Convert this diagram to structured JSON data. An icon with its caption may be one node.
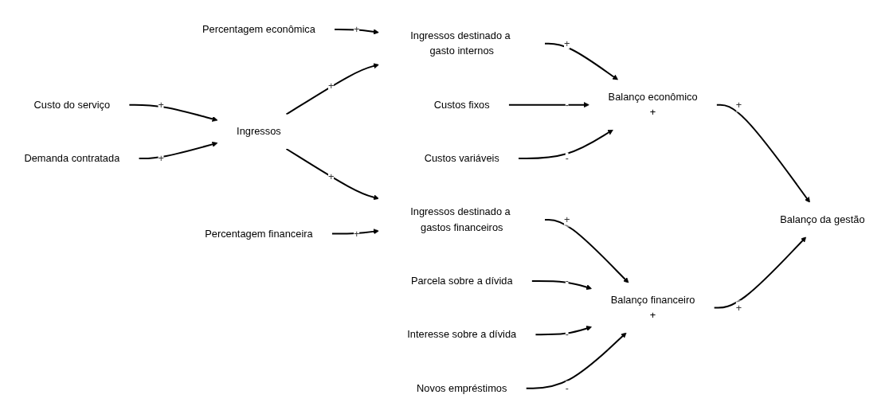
{
  "diagram": {
    "nodes": [
      {
        "text": [
          "Percentagem econômica"
        ]
      },
      {
        "text": [
          "Balanço econômico",
          "+"
        ]
      },
      {
        "text": [
          "Custos fixos"
        ]
      },
      {
        "text": [
          "Custo do serviço"
        ]
      },
      {
        "text": [
          "Ingressos destinado a gasto internos"
        ]
      },
      {
        "text": [
          "Custos variáveis"
        ]
      },
      {
        "text": [
          "Balanço da gestão"
        ]
      },
      {
        "text": [
          "Ingressos"
        ]
      },
      {
        "text": [
          "Parcela sobre a dívida"
        ]
      },
      {
        "text": [
          "Demanda contratada"
        ]
      },
      {
        "text": [
          "Ingressos destinado a gastos financeiros"
        ]
      },
      {
        "text": [
          "Interesse sobre a dívida"
        ]
      },
      {
        "text": [
          "Percentagem financeira"
        ]
      },
      {
        "text": [
          "Balanço financeiro",
          "+"
        ]
      },
      {
        "text": [
          "Novos empréstimos"
        ]
      }
    ],
    "edges": [
      {
        "from": 0,
        "to": 4,
        "arrow": "to",
        "label": "+"
      },
      {
        "from": 4,
        "to": 1,
        "arrow": "to",
        "label": "+"
      },
      {
        "from": 2,
        "to": 1,
        "arrow": "to",
        "label": "-"
      },
      {
        "from": 5,
        "to": 1,
        "arrow": "to",
        "label": "-"
      },
      {
        "from": 1,
        "to": 6,
        "arrow": "to",
        "label": "+"
      },
      {
        "from": 3,
        "to": 7,
        "arrow": "to",
        "label": "+"
      },
      {
        "from": 7,
        "to": 4,
        "arrow": "to",
        "label": "+"
      },
      {
        "from": 9,
        "to": 7,
        "arrow": "to",
        "label": "+"
      },
      {
        "from": 7,
        "to": 10,
        "arrow": "to",
        "label": "+"
      },
      {
        "from": 10,
        "to": 13,
        "arrow": "to",
        "label": "+"
      },
      {
        "from": 12,
        "to": 10,
        "arrow": "to",
        "label": "+"
      },
      {
        "from": 13,
        "to": 6,
        "arrow": "to",
        "label": "+"
      },
      {
        "from": 8,
        "to": 13,
        "arrow": "to",
        "label": "-"
      },
      {
        "from": 11,
        "to": 13,
        "arrow": "to",
        "label": "-"
      },
      {
        "from": 14,
        "to": 13,
        "arrow": "to",
        "label": "-"
      }
    ]
  }
}
